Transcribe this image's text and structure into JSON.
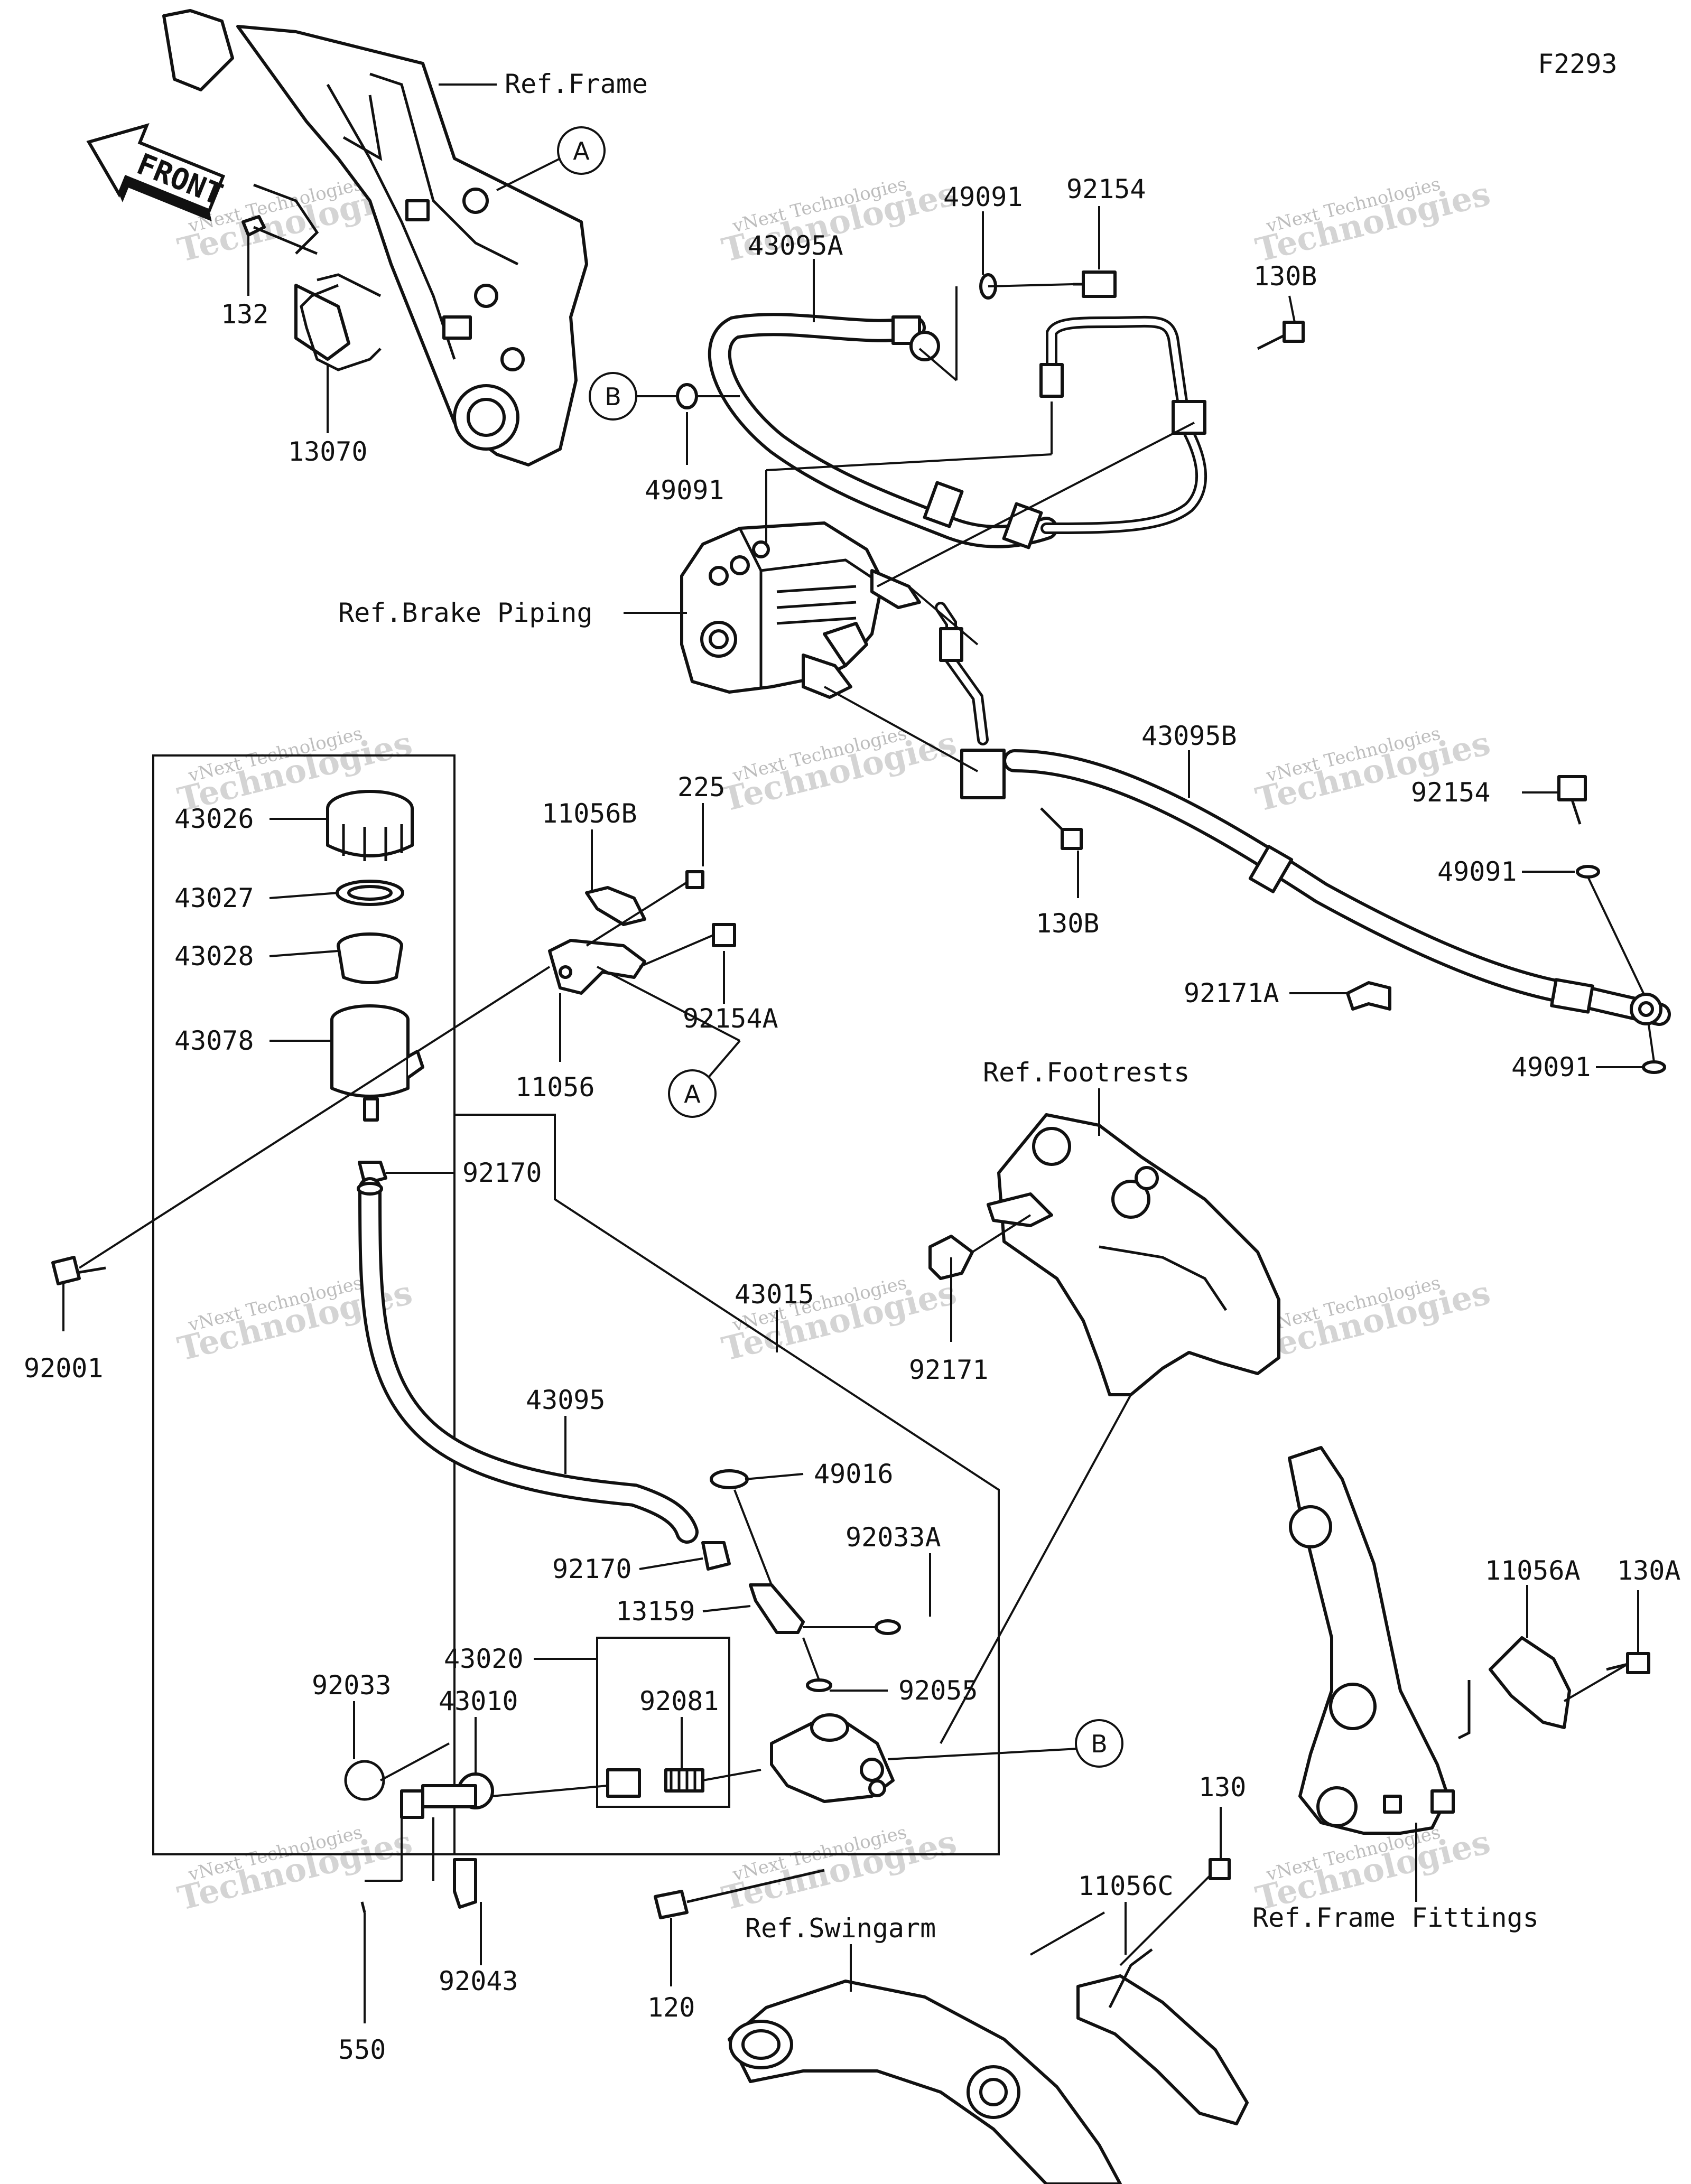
{
  "figure_code": "F2293",
  "front_label": "FRONT",
  "watermark": {
    "line1": "vNext Technologies",
    "line2": "Technologies"
  },
  "references": {
    "frame": "Ref.Frame",
    "brake_piping": "Ref.Brake Piping",
    "footrests": "Ref.Footrests",
    "swingarm": "Ref.Swingarm",
    "frame_fittings": "Ref.Frame Fittings"
  },
  "callouts": {
    "a": "A",
    "b": "B"
  },
  "parts": {
    "p132": "132",
    "p13070": "13070",
    "p43095A": "43095A",
    "p49091_a": "49091",
    "p92154_a": "92154",
    "p130B_a": "130B",
    "p49091_b": "49091",
    "p43026": "43026",
    "p43027": "43027",
    "p43028": "43028",
    "p43078": "43078",
    "p11056B": "11056B",
    "p225": "225",
    "p92154A": "92154A",
    "p11056": "11056",
    "p92170_a": "92170",
    "p92001": "92001",
    "p43095B": "43095B",
    "p130B_b": "130B",
    "p92154_b": "92154",
    "p49091_c": "49091",
    "p92171A": "92171A",
    "p49091_d": "49091",
    "p92171": "92171",
    "p43015": "43015",
    "p43095": "43095",
    "p49016": "49016",
    "p92170_b": "92170",
    "p92033A": "92033A",
    "p13159": "13159",
    "p92055": "92055",
    "p43020": "43020",
    "p92033": "92033",
    "p43010": "43010",
    "p92081": "92081",
    "p92043": "92043",
    "p550": "550",
    "p120": "120",
    "p11056A": "11056A",
    "p130A": "130A",
    "p130": "130",
    "p11056C": "11056C"
  }
}
